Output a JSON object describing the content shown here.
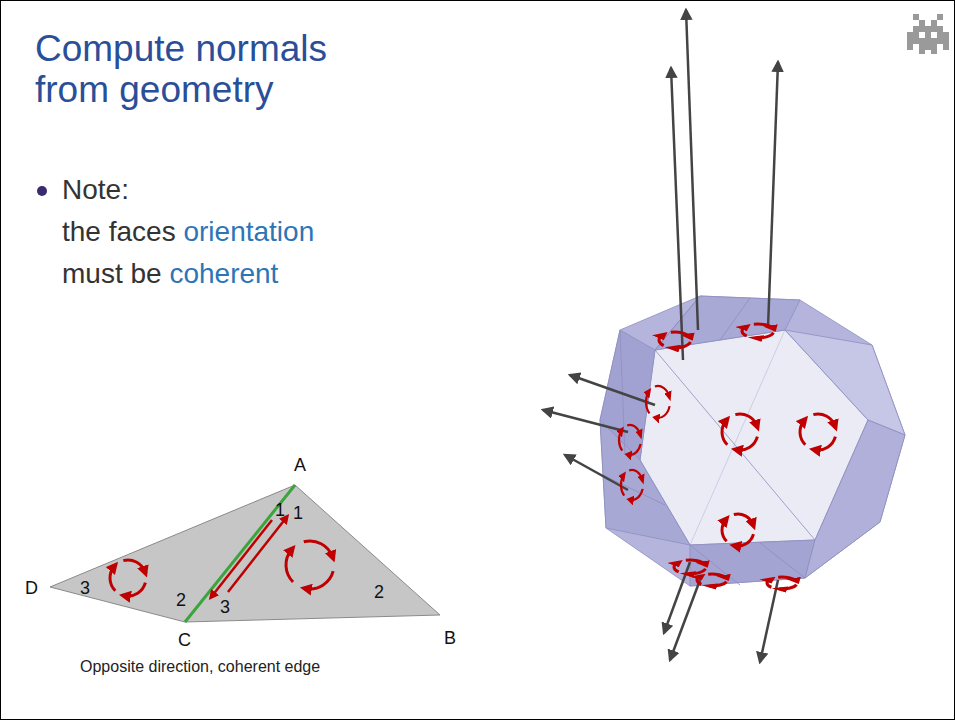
{
  "diagram": {
    "title": "Compute normals from geometry",
    "labels": [
      "Note:",
      "the faces",
      "orientation",
      "must be",
      "coherent",
      "A",
      "B",
      "C",
      "D",
      "1",
      "1",
      "2",
      "3",
      "3",
      "2",
      "Opposite direction, coherent edge"
    ]
  }
}
